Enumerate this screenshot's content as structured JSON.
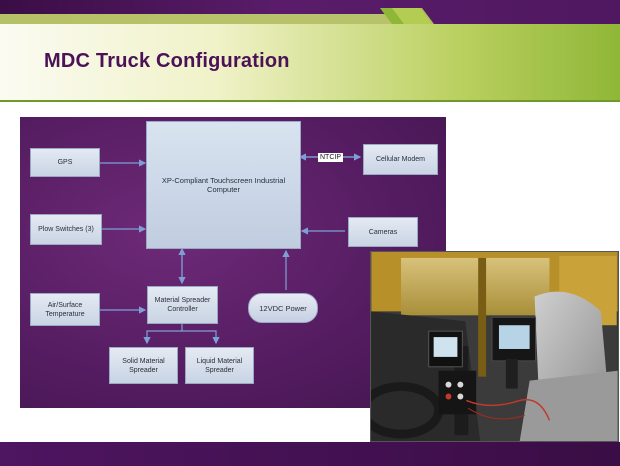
{
  "slide": {
    "title": "MDC Truck Configuration"
  },
  "diagram": {
    "main_computer": "XP-Compliant Touchscreen Industrial Computer",
    "gps": "GPS",
    "plow_switches": "Plow Switches (3)",
    "air_surface_temperature": "Air/Surface Temperature",
    "material_spreader_controller": "Material Spreader Controller",
    "power": "12VDC Power",
    "solid_material_spreader": "Solid Material Spreader",
    "liquid_material_spreader": "Liquid Material Spreader",
    "cellular_modem": "Cellular Modem",
    "cameras": "Cameras",
    "ntcip_label": "NTCIP"
  },
  "colors": {
    "title_text": "#4b1257",
    "band_purple": "#3a0d45",
    "title_green": "#8fb737",
    "diagram_background": "#561d62",
    "node_fill": "#d4ddeb",
    "arrow": "#6c8fc8"
  },
  "photo": {
    "subject": "truck cab interior with MDC touchscreen units"
  }
}
